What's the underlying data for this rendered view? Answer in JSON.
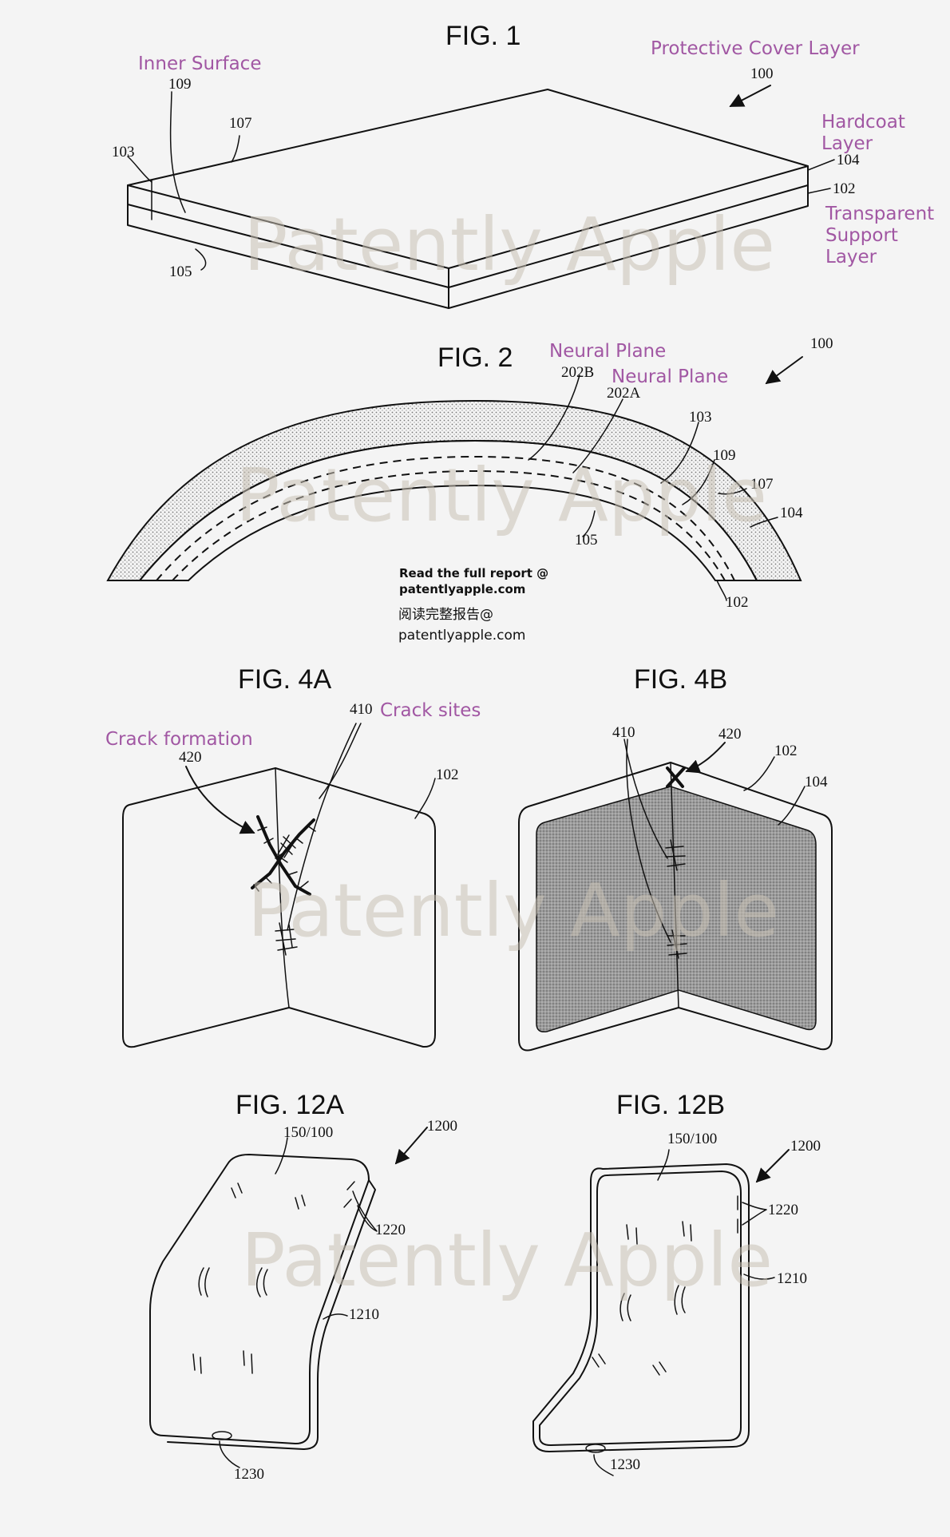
{
  "figures": {
    "fig1": "FIG. 1",
    "fig2": "FIG. 2",
    "fig4a": "FIG. 4A",
    "fig4b": "FIG. 4B",
    "fig12a": "FIG. 12A",
    "fig12b": "FIG. 12B"
  },
  "annotations": {
    "protective_cover_layer": "Protective Cover Layer",
    "inner_surface": "Inner Surface",
    "hardcoat_layer_1": "Hardcoat",
    "hardcoat_layer_2": "Layer",
    "transparent_support_1": "Transparent",
    "transparent_support_2": "Support",
    "transparent_support_3": "Layer",
    "neural_plane_1": "Neural Plane",
    "neural_plane_2": "Neural Plane",
    "crack_sites": "Crack sites",
    "crack_formation": "Crack formation"
  },
  "refs": {
    "fig1": {
      "r100": "100",
      "r109": "109",
      "r107": "107",
      "r103": "103",
      "r104": "104",
      "r102": "102",
      "r105": "105"
    },
    "fig2": {
      "r100": "100",
      "r202b": "202B",
      "r202a": "202A",
      "r103": "103",
      "r109": "109",
      "r107": "107",
      "r104": "104",
      "r105": "105",
      "r102": "102"
    },
    "fig4a": {
      "r410": "410",
      "r420": "420",
      "r102": "102"
    },
    "fig4b": {
      "r410": "410",
      "r420": "420",
      "r102": "102",
      "r104": "104"
    },
    "fig12a": {
      "r150": "150/100",
      "r1200": "1200",
      "r1220": "1220",
      "r1210": "1210",
      "r1230": "1230"
    },
    "fig12b": {
      "r150": "150/100",
      "r1200": "1200",
      "r1220": "1220",
      "r1210": "1210",
      "r1230": "1230"
    }
  },
  "note": {
    "line1": "Read the full report @",
    "line2": "patentlyapple.com",
    "line3": "阅读完整报告@",
    "line4": "patentlyapple.com"
  },
  "watermark": "Patently Apple",
  "colors": {
    "annotation": "#a157a3",
    "watermark": "#c9c1b4",
    "stipple": "#8c8c8c"
  }
}
